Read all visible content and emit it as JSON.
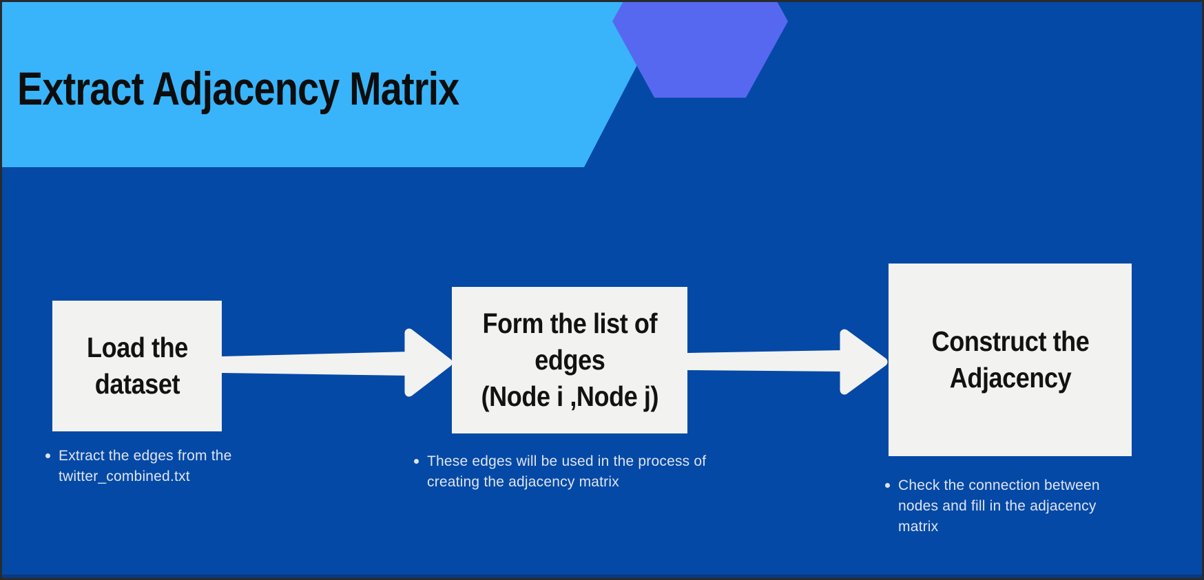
{
  "title": "Extract Adjacency Matrix",
  "colors": {
    "background": "#0549a6",
    "banner": "#39b4fa",
    "hexagon": "#5768f0",
    "surface": "#f2f2f1",
    "box-text": "#121212",
    "bullet-text": "#dee5ef",
    "bottom-strip": "#09397f",
    "frame": "#282b2e"
  },
  "steps": [
    {
      "box_label": "Load the\ndataset",
      "bullet": "Extract the edges from the twitter_combined.txt"
    },
    {
      "box_label": "Form the list of\nedges\n(Node i ,Node j)",
      "bullet": "These edges will be used in the process of creating the adjacency matrix"
    },
    {
      "box_label": "Construct the\nAdjacency",
      "bullet": "Check the connection between nodes and fill in the adjacency matrix"
    }
  ]
}
